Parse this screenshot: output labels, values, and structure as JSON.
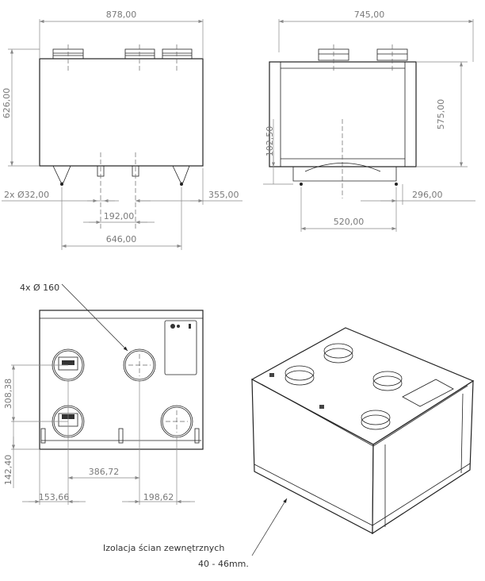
{
  "front_view": {
    "width": "878,00",
    "height": "626,00",
    "drain_diameter": "2x Ø32,00",
    "drain_offset": "355,00",
    "drain_spacing": "192,00",
    "feet_spacing": "646,00"
  },
  "side_view": {
    "width": "745,00",
    "height": "575,00",
    "base_height": "102,50",
    "foot_offset": "296,00",
    "feet_spacing": "520,00"
  },
  "top_view": {
    "duct_diameter": "4x Ø 160",
    "duct_row_spacing": "308,38",
    "duct_row_offset": "142,40",
    "duct_col_spacing": "386,72",
    "left_offset": "153,66",
    "right_offset": "198,62"
  },
  "iso_view": {
    "insulation_label": "Izolacja ścian zewnętrznych",
    "insulation_thickness": "40 - 46mm."
  }
}
